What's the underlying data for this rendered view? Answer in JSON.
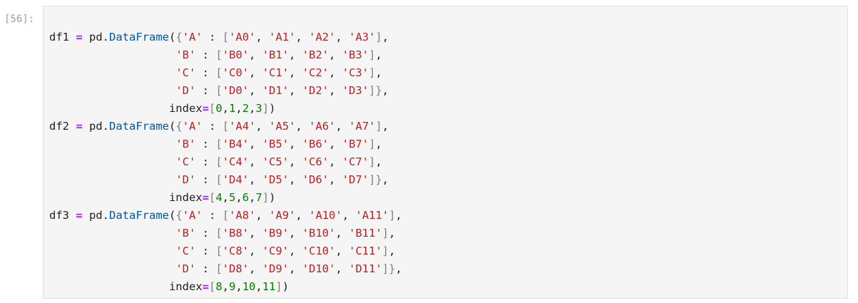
{
  "cell": {
    "prompt": "[56]:",
    "code_lines": [
      [
        [
          "v",
          "df1"
        ],
        [
          "p",
          " "
        ],
        [
          "o",
          "="
        ],
        [
          "p",
          " pd."
        ],
        [
          "f",
          "DataFrame"
        ],
        [
          "p",
          "("
        ],
        [
          "bk",
          "{"
        ],
        [
          "s",
          "'A'"
        ],
        [
          "p",
          " : "
        ],
        [
          "bk",
          "["
        ],
        [
          "s",
          "'A0'"
        ],
        [
          "p",
          ", "
        ],
        [
          "s",
          "'A1'"
        ],
        [
          "p",
          ", "
        ],
        [
          "s",
          "'A2'"
        ],
        [
          "p",
          ", "
        ],
        [
          "s",
          "'A3'"
        ],
        [
          "bk",
          "]"
        ],
        [
          "p",
          ","
        ]
      ],
      [
        [
          "p",
          "                   "
        ],
        [
          "s",
          "'B'"
        ],
        [
          "p",
          " : "
        ],
        [
          "bk",
          "["
        ],
        [
          "s",
          "'B0'"
        ],
        [
          "p",
          ", "
        ],
        [
          "s",
          "'B1'"
        ],
        [
          "p",
          ", "
        ],
        [
          "s",
          "'B2'"
        ],
        [
          "p",
          ", "
        ],
        [
          "s",
          "'B3'"
        ],
        [
          "bk",
          "]"
        ],
        [
          "p",
          ","
        ]
      ],
      [
        [
          "p",
          "                   "
        ],
        [
          "s",
          "'C'"
        ],
        [
          "p",
          " : "
        ],
        [
          "bk",
          "["
        ],
        [
          "s",
          "'C0'"
        ],
        [
          "p",
          ", "
        ],
        [
          "s",
          "'C1'"
        ],
        [
          "p",
          ", "
        ],
        [
          "s",
          "'C2'"
        ],
        [
          "p",
          ", "
        ],
        [
          "s",
          "'C3'"
        ],
        [
          "bk",
          "]"
        ],
        [
          "p",
          ","
        ]
      ],
      [
        [
          "p",
          "                   "
        ],
        [
          "s",
          "'D'"
        ],
        [
          "p",
          " : "
        ],
        [
          "bk",
          "["
        ],
        [
          "s",
          "'D0'"
        ],
        [
          "p",
          ", "
        ],
        [
          "s",
          "'D1'"
        ],
        [
          "p",
          ", "
        ],
        [
          "s",
          "'D2'"
        ],
        [
          "p",
          ", "
        ],
        [
          "s",
          "'D3'"
        ],
        [
          "bk",
          "]}"
        ],
        [
          "p",
          ","
        ]
      ],
      [
        [
          "p",
          "                  index"
        ],
        [
          "o",
          "="
        ],
        [
          "bk",
          "["
        ],
        [
          "n",
          "0"
        ],
        [
          "p",
          ","
        ],
        [
          "n",
          "1"
        ],
        [
          "p",
          ","
        ],
        [
          "n",
          "2"
        ],
        [
          "p",
          ","
        ],
        [
          "n",
          "3"
        ],
        [
          "bk",
          "]"
        ],
        [
          "p",
          ")"
        ]
      ],
      [
        [
          "v",
          "df2"
        ],
        [
          "p",
          " "
        ],
        [
          "o",
          "="
        ],
        [
          "p",
          " pd."
        ],
        [
          "f",
          "DataFrame"
        ],
        [
          "p",
          "("
        ],
        [
          "bk",
          "{"
        ],
        [
          "s",
          "'A'"
        ],
        [
          "p",
          " : "
        ],
        [
          "bk",
          "["
        ],
        [
          "s",
          "'A4'"
        ],
        [
          "p",
          ", "
        ],
        [
          "s",
          "'A5'"
        ],
        [
          "p",
          ", "
        ],
        [
          "s",
          "'A6'"
        ],
        [
          "p",
          ", "
        ],
        [
          "s",
          "'A7'"
        ],
        [
          "bk",
          "]"
        ],
        [
          "p",
          ","
        ]
      ],
      [
        [
          "p",
          "                   "
        ],
        [
          "s",
          "'B'"
        ],
        [
          "p",
          " : "
        ],
        [
          "bk",
          "["
        ],
        [
          "s",
          "'B4'"
        ],
        [
          "p",
          ", "
        ],
        [
          "s",
          "'B5'"
        ],
        [
          "p",
          ", "
        ],
        [
          "s",
          "'B6'"
        ],
        [
          "p",
          ", "
        ],
        [
          "s",
          "'B7'"
        ],
        [
          "bk",
          "]"
        ],
        [
          "p",
          ","
        ]
      ],
      [
        [
          "p",
          "                   "
        ],
        [
          "s",
          "'C'"
        ],
        [
          "p",
          " : "
        ],
        [
          "bk",
          "["
        ],
        [
          "s",
          "'C4'"
        ],
        [
          "p",
          ", "
        ],
        [
          "s",
          "'C5'"
        ],
        [
          "p",
          ", "
        ],
        [
          "s",
          "'C6'"
        ],
        [
          "p",
          ", "
        ],
        [
          "s",
          "'C7'"
        ],
        [
          "bk",
          "]"
        ],
        [
          "p",
          ","
        ]
      ],
      [
        [
          "p",
          "                   "
        ],
        [
          "s",
          "'D'"
        ],
        [
          "p",
          " : "
        ],
        [
          "bk",
          "["
        ],
        [
          "s",
          "'D4'"
        ],
        [
          "p",
          ", "
        ],
        [
          "s",
          "'D5'"
        ],
        [
          "p",
          ", "
        ],
        [
          "s",
          "'D6'"
        ],
        [
          "p",
          ", "
        ],
        [
          "s",
          "'D7'"
        ],
        [
          "bk",
          "]}"
        ],
        [
          "p",
          ","
        ]
      ],
      [
        [
          "p",
          "                  index"
        ],
        [
          "o",
          "="
        ],
        [
          "bk",
          "["
        ],
        [
          "n",
          "4"
        ],
        [
          "p",
          ","
        ],
        [
          "n",
          "5"
        ],
        [
          "p",
          ","
        ],
        [
          "n",
          "6"
        ],
        [
          "p",
          ","
        ],
        [
          "n",
          "7"
        ],
        [
          "bk",
          "]"
        ],
        [
          "p",
          ")"
        ]
      ],
      [
        [
          "v",
          "df3"
        ],
        [
          "p",
          " "
        ],
        [
          "o",
          "="
        ],
        [
          "p",
          " pd."
        ],
        [
          "f",
          "DataFrame"
        ],
        [
          "p",
          "("
        ],
        [
          "bk",
          "{"
        ],
        [
          "s",
          "'A'"
        ],
        [
          "p",
          " : "
        ],
        [
          "bk",
          "["
        ],
        [
          "s",
          "'A8'"
        ],
        [
          "p",
          ", "
        ],
        [
          "s",
          "'A9'"
        ],
        [
          "p",
          ", "
        ],
        [
          "s",
          "'A10'"
        ],
        [
          "p",
          ", "
        ],
        [
          "s",
          "'A11'"
        ],
        [
          "bk",
          "]"
        ],
        [
          "p",
          ","
        ]
      ],
      [
        [
          "p",
          "                   "
        ],
        [
          "s",
          "'B'"
        ],
        [
          "p",
          " : "
        ],
        [
          "bk",
          "["
        ],
        [
          "s",
          "'B8'"
        ],
        [
          "p",
          ", "
        ],
        [
          "s",
          "'B9'"
        ],
        [
          "p",
          ", "
        ],
        [
          "s",
          "'B10'"
        ],
        [
          "p",
          ", "
        ],
        [
          "s",
          "'B11'"
        ],
        [
          "bk",
          "]"
        ],
        [
          "p",
          ","
        ]
      ],
      [
        [
          "p",
          "                   "
        ],
        [
          "s",
          "'C'"
        ],
        [
          "p",
          " : "
        ],
        [
          "bk",
          "["
        ],
        [
          "s",
          "'C8'"
        ],
        [
          "p",
          ", "
        ],
        [
          "s",
          "'C9'"
        ],
        [
          "p",
          ", "
        ],
        [
          "s",
          "'C10'"
        ],
        [
          "p",
          ", "
        ],
        [
          "s",
          "'C11'"
        ],
        [
          "bk",
          "]"
        ],
        [
          "p",
          ","
        ]
      ],
      [
        [
          "p",
          "                   "
        ],
        [
          "s",
          "'D'"
        ],
        [
          "p",
          " : "
        ],
        [
          "bk",
          "["
        ],
        [
          "s",
          "'D8'"
        ],
        [
          "p",
          ", "
        ],
        [
          "s",
          "'D9'"
        ],
        [
          "p",
          ", "
        ],
        [
          "s",
          "'D10'"
        ],
        [
          "p",
          ", "
        ],
        [
          "s",
          "'D11'"
        ],
        [
          "bk",
          "]}"
        ],
        [
          "p",
          ","
        ]
      ],
      [
        [
          "p",
          "                  index"
        ],
        [
          "o",
          "="
        ],
        [
          "bk",
          "["
        ],
        [
          "n",
          "8"
        ],
        [
          "p",
          ","
        ],
        [
          "n",
          "9"
        ],
        [
          "p",
          ","
        ],
        [
          "n",
          "10"
        ],
        [
          "p",
          ","
        ],
        [
          "n",
          "11"
        ],
        [
          "bk",
          "]"
        ],
        [
          "p",
          ")"
        ]
      ]
    ]
  },
  "colors": {
    "prompt": "#9e9e9e",
    "cell_background": "#f5f5f5",
    "cell_border": "#e0e0e0",
    "string": "#ba2121",
    "number": "#008000",
    "operator": "#aa22ff",
    "function": "#0055aa",
    "bracket": "#7f7f7f",
    "text": "#212121"
  }
}
